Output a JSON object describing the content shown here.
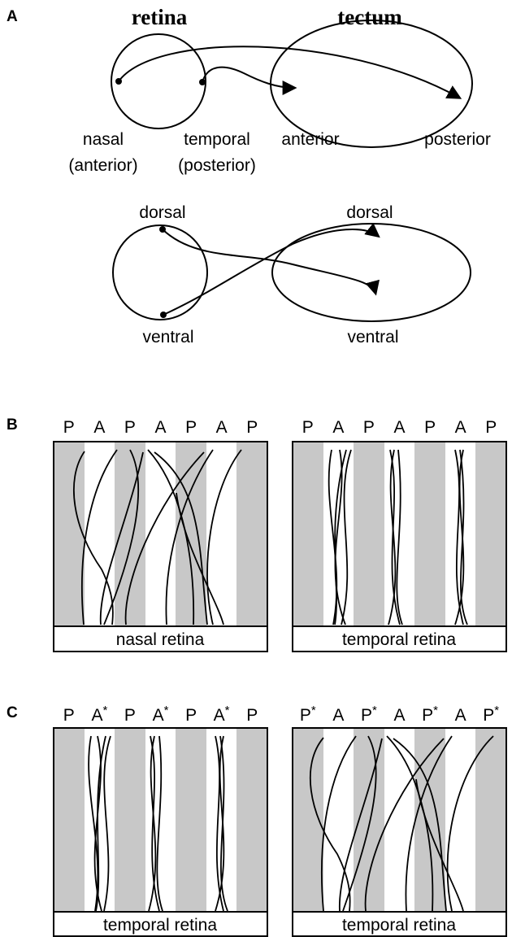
{
  "panel_a": {
    "letter": "A",
    "retina_title": "retina",
    "tectum_title": "tectum",
    "row1": {
      "nasal": "nasal",
      "nasal_sub": "(anterior)",
      "temporal": "temporal",
      "temporal_sub": "(posterior)",
      "anterior": "anterior",
      "posterior": "posterior"
    },
    "row2": {
      "retina_dorsal": "dorsal",
      "retina_ventral": "ventral",
      "tectum_dorsal": "dorsal",
      "tectum_ventral": "ventral"
    }
  },
  "panel_b": {
    "letter": "B",
    "left_strips": [
      "P",
      "A",
      "P",
      "A",
      "P",
      "A",
      "P"
    ],
    "right_strips": [
      "P",
      "A",
      "P",
      "A",
      "P",
      "A",
      "P"
    ],
    "left_caption": "nasal retina",
    "right_caption": "temporal retina"
  },
  "panel_c": {
    "letter": "C",
    "left_strips": [
      "P",
      "A*",
      "P",
      "A*",
      "P",
      "A*",
      "P"
    ],
    "right_strips": [
      "P*",
      "A",
      "P*",
      "A",
      "P*",
      "A",
      "P*"
    ],
    "left_caption": "temporal retina",
    "right_caption": "temporal retina"
  },
  "colors": {
    "gray_stripe": "#c8c8c8",
    "line": "#000000",
    "background": "#ffffff"
  }
}
